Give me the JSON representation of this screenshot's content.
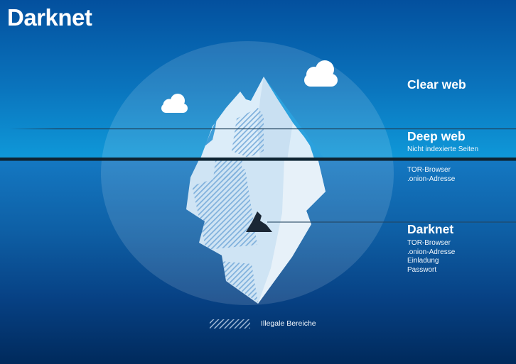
{
  "title": "Darknet",
  "zones": {
    "clearweb": {
      "heading": "Clear web"
    },
    "deepweb": {
      "heading": "Deep web",
      "subheading": "Nicht indexierte Seiten",
      "items": [
        "TOR-Browser",
        ".onion-Adresse"
      ]
    },
    "darknet": {
      "heading": "Darknet",
      "items": [
        "TOR-Browser",
        ".onion-Adresse",
        "Einladung",
        "Passwort"
      ]
    }
  },
  "legend": {
    "label": "Illegale Bereiche"
  },
  "colors": {
    "sky_top": "#03509e",
    "sky_bottom": "#0f99d9",
    "sea_top": "#1478c2",
    "sea_bottom": "#002a5c",
    "waterline": "#0e2432",
    "divider_line": "#1d3e58",
    "halo": "rgba(255,255,255,0.13)",
    "iceberg_light": "#dcedf9",
    "iceberg_shade": "#c9e0f2",
    "iceberg_below": "#cfe4f4",
    "iceberg_below_light": "#e7f1f9",
    "accent_cyan": "#2ba1dd",
    "cave": "#1b2735",
    "hatch_stroke": "#7fb0dc",
    "legend_hatch": "#9db6d4",
    "cloud": "#ffffff",
    "text": "#ffffff"
  }
}
